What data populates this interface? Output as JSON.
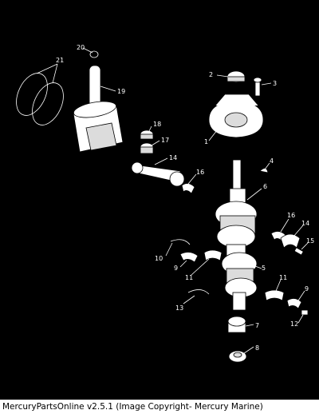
{
  "caption": "MercuryPartsOnline v2.5.1 (Image Copyright- Mercury Marine)",
  "colors": {
    "background": "#000000",
    "line": "#ffffff",
    "part_fill": "#ffffff"
  },
  "callouts": [
    "1",
    "2",
    "3",
    "4",
    "5",
    "6",
    "7",
    "8",
    "9",
    "9",
    "10",
    "11",
    "11",
    "12",
    "13",
    "14",
    "14",
    "15",
    "16",
    "16",
    "17",
    "18",
    "19",
    "20",
    "21"
  ]
}
